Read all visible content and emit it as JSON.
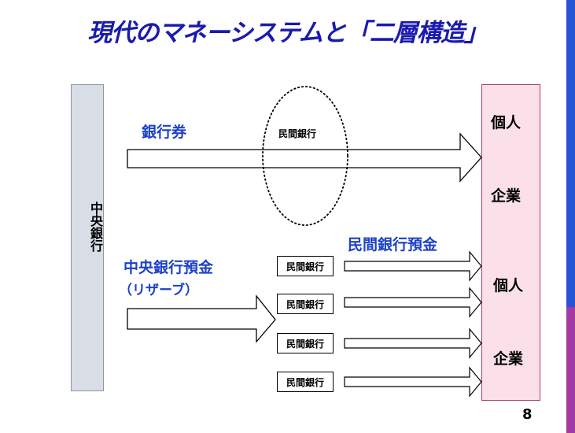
{
  "title": "現代のマネーシステムと「二層構造」",
  "central_bank": {
    "label": "中央銀行"
  },
  "recipients": {
    "top_individual": "個人",
    "top_company": "企業",
    "bottom_individual": "個人",
    "bottom_company": "企業"
  },
  "flows": {
    "banknotes": "銀行券",
    "private_bank_oval": "民間銀行",
    "central_deposit": "中央銀行預金",
    "reserve": "（リザーブ）",
    "private_deposit": "民間銀行預金"
  },
  "private_banks": [
    "民間銀行",
    "民間銀行",
    "民間銀行",
    "民間銀行"
  ],
  "page_number": "8",
  "colors": {
    "title": "#1a1ab0",
    "label_blue": "#1d41c8",
    "central_fill": "#d9dde6",
    "recipient_fill": "#fbe0ea",
    "recipient_border": "#a6405e",
    "side_top": "#2753d6",
    "side_bottom": "#a33aa3"
  }
}
